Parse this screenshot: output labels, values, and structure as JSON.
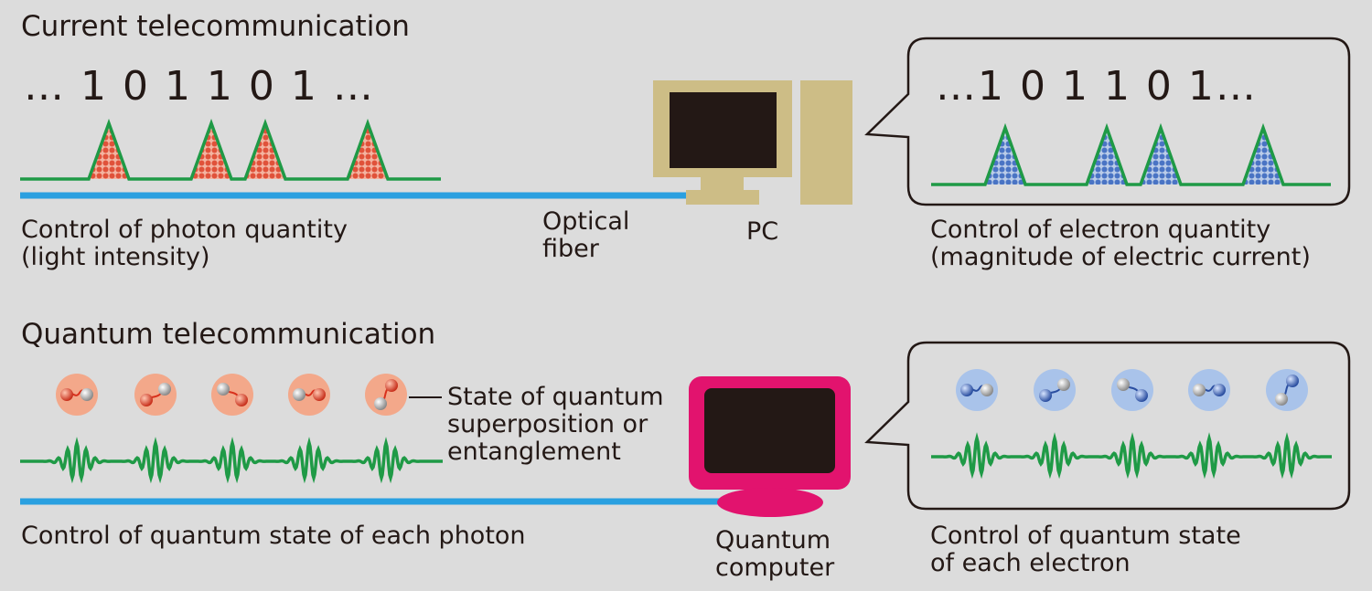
{
  "current": {
    "title": "Current telecommunication",
    "bits_left": "… 1 0 1 1 0 1 …",
    "bits_right": "…1 0 1 1 0 1…",
    "photon_caption": [
      "Control of photon quantity",
      "(light intensity)"
    ],
    "fiber_label": [
      "Optical",
      "fiber"
    ],
    "pc_label": "PC",
    "electron_caption": [
      "Control of electron quantity",
      "(magnitude of electric current)"
    ]
  },
  "quantum": {
    "title": "Quantum telecommunication",
    "state_label": [
      "State of quantum",
      "superposition or",
      "entanglement"
    ],
    "photon_caption": "Control of quantum state of each photon",
    "computer_label": [
      "Quantum",
      "computer"
    ],
    "electron_caption": [
      "Control of quantum state",
      "of each electron"
    ]
  },
  "colors": {
    "background": "#dcdcdc",
    "fiber": "#2aa0e0",
    "signal": "#1f9a46",
    "photon": "#e0523a",
    "electron": "#4a74c4",
    "pc_body": "#cdbd86",
    "quantum_computer": "#e2136e",
    "screen": "#231815"
  },
  "icons": [
    "photon-pulse-icon",
    "electron-pulse-icon",
    "pc-icon",
    "quantum-computer-icon",
    "photon-state-icon",
    "electron-state-icon",
    "speech-bubble"
  ]
}
